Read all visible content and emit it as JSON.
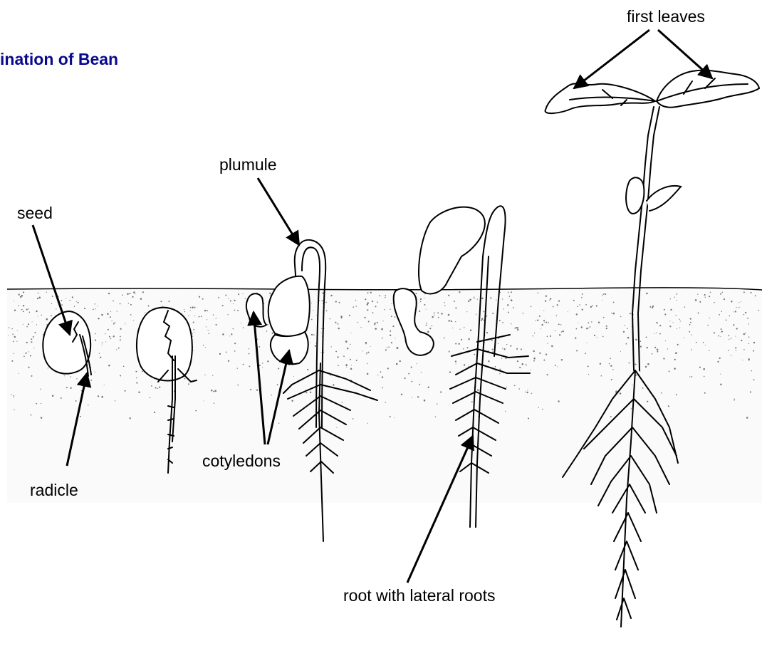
{
  "title": "ination of Bean",
  "labels": {
    "first_leaves": "first leaves",
    "plumule": "plumule",
    "seed": "seed",
    "radicle": "radicle",
    "cotyledons": "cotyledons",
    "root_with_lateral_roots": "root with lateral roots"
  },
  "colors": {
    "title": "#0a0a8c",
    "ink": "#000000",
    "background": "#ffffff"
  }
}
